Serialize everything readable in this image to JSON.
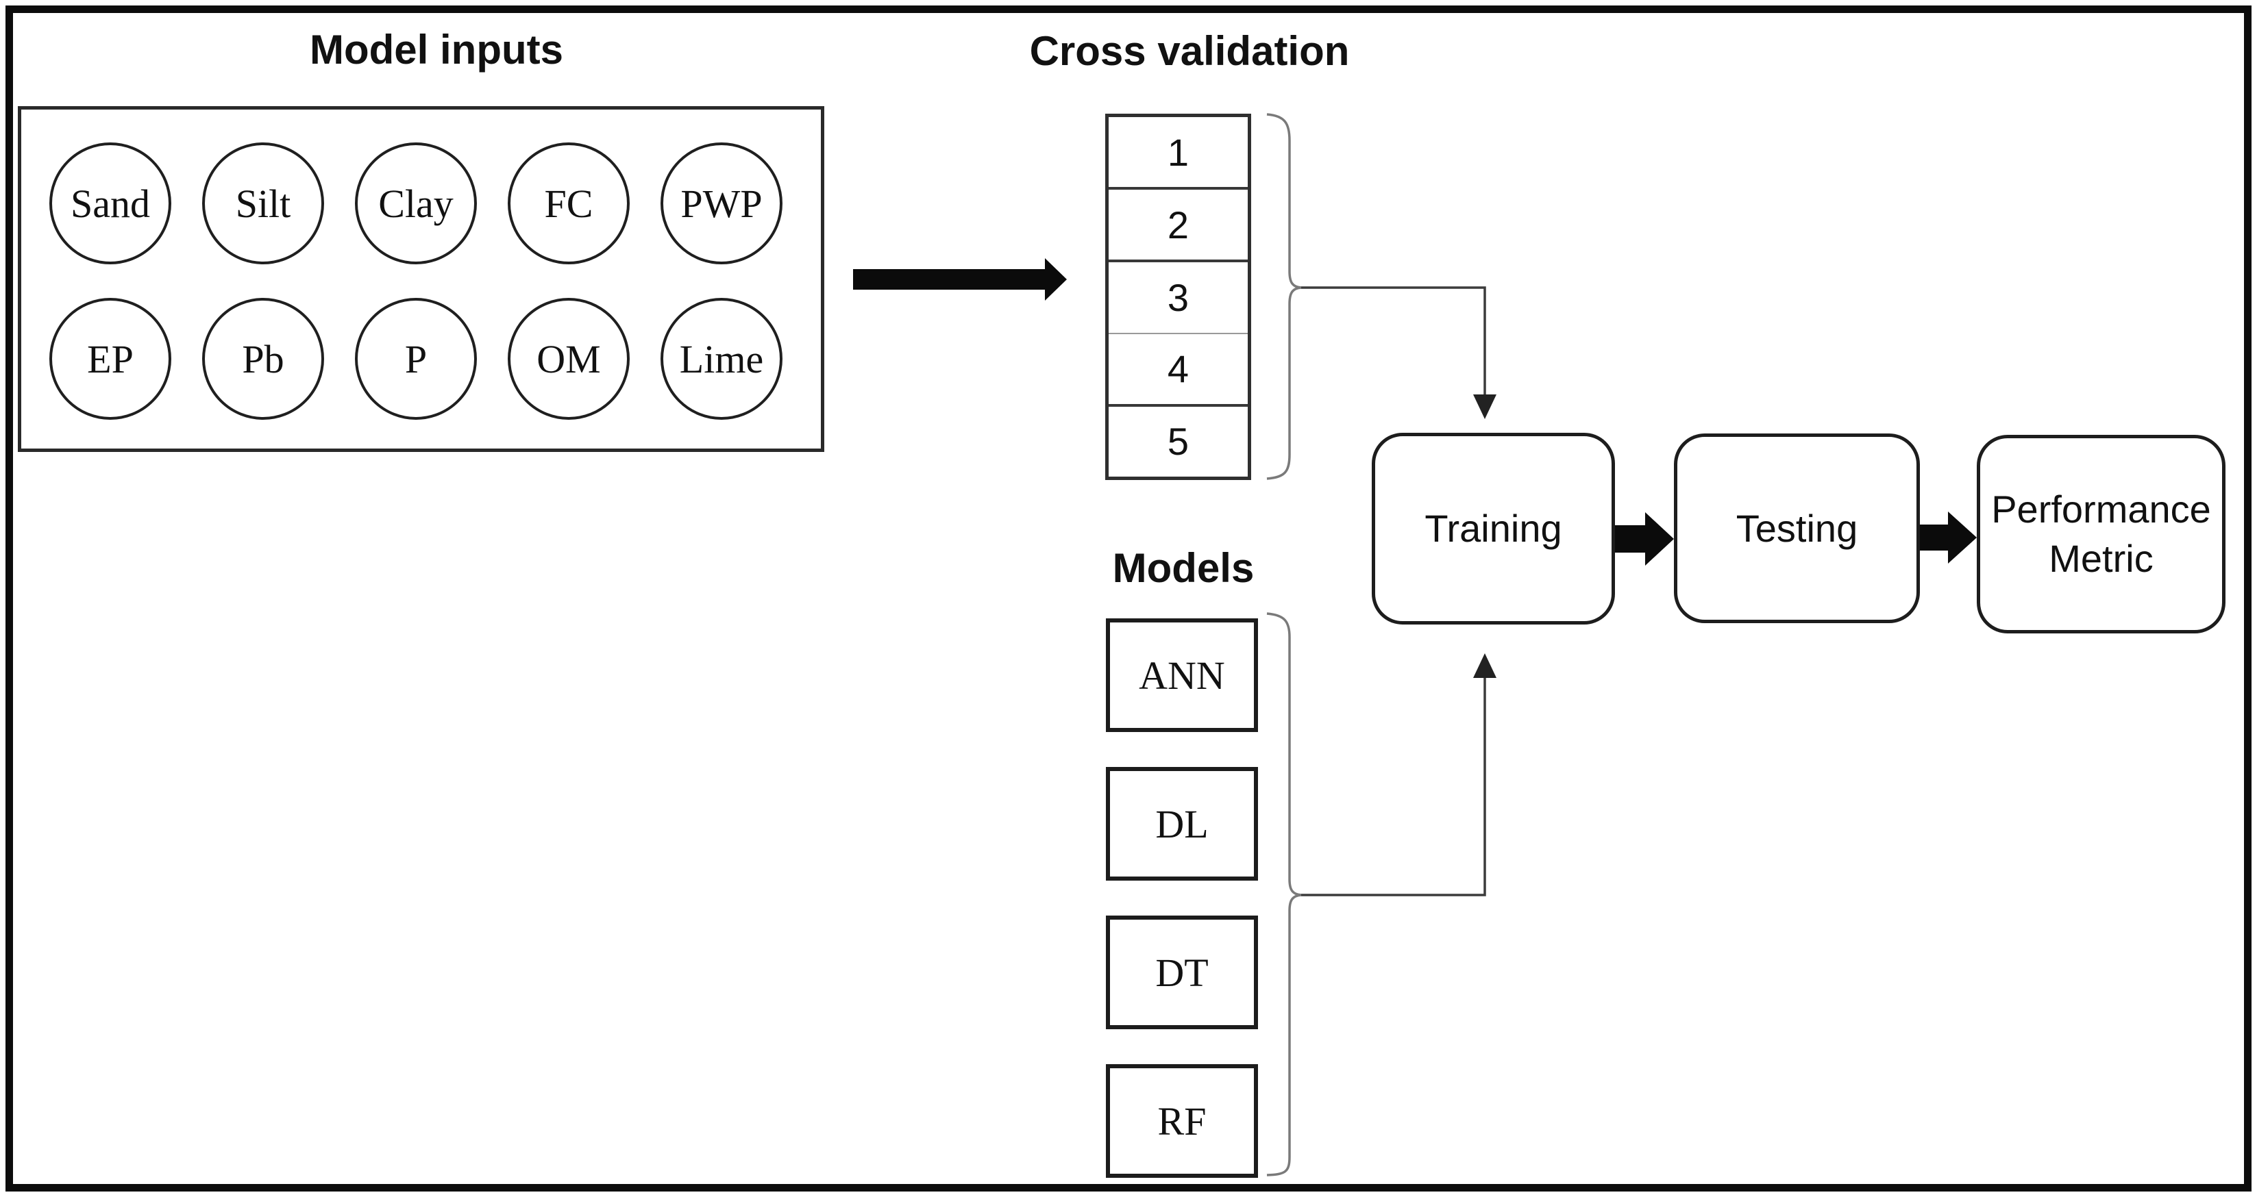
{
  "inputs": {
    "title": "Model inputs",
    "items": [
      "Sand",
      "Silt",
      "Clay",
      "FC",
      "PWP",
      "EP",
      "Pb",
      "P",
      "OM",
      "Lime"
    ]
  },
  "cross_validation": {
    "title": "Cross validation",
    "folds": [
      "1",
      "2",
      "3",
      "4",
      "5"
    ]
  },
  "models": {
    "title": "Models",
    "items": [
      "ANN",
      "DL",
      "DT",
      "RF"
    ]
  },
  "pipeline": {
    "training": "Training",
    "testing": "Testing",
    "performance_line1": "Performance",
    "performance_line2": "Metric"
  },
  "colors": {
    "ink": "#111111",
    "border": "#0d0d0d",
    "arrow_fill": "#0b0b0b",
    "brace": "#7a7a7a",
    "connector": "#3c3c3c"
  }
}
